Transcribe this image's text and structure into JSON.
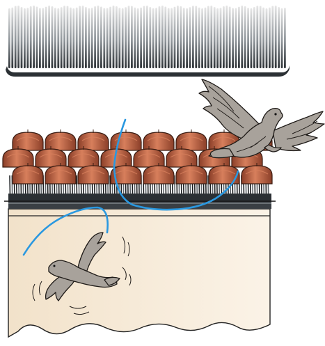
{
  "colors": {
    "comb_light": "#e6e6e6",
    "comb_dark": "#2b3034",
    "tile": "#b55a3c",
    "tile_dark": "#8a3e28",
    "tile_light": "#d77f5c",
    "wall": "#f2e2ca",
    "wall_light": "#fbf3e7",
    "eave": "#3a3f44",
    "bird": "#a8a29b",
    "bird_dark": "#5e5650",
    "line": "#2a98e0"
  },
  "illustration": {
    "elements": [
      "comb-bird-spike-strip",
      "terracotta-roof",
      "bird-spike-strip-under-tiles",
      "house-wall",
      "pigeon-flying-away",
      "sparrow-flying",
      "blue-guide-lines"
    ]
  }
}
